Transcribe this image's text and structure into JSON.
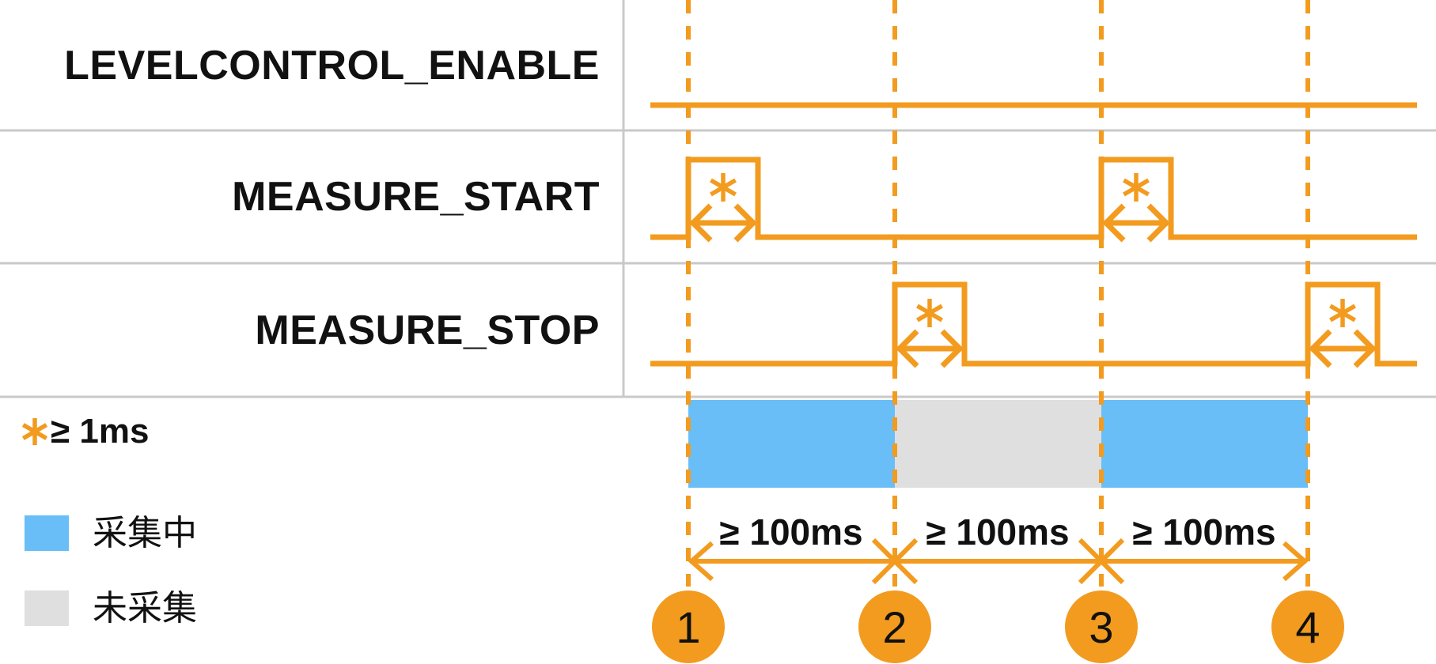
{
  "diagram": {
    "type": "timing-diagram",
    "signals": [
      {
        "label": "LEVELCONTROL_ENABLE",
        "waveform": "high for entire shown span"
      },
      {
        "label": "MEASURE_START",
        "waveform": "pulses at markers 1 and 3",
        "pulse_min_width": "≥ 1ms"
      },
      {
        "label": "MEASURE_STOP",
        "waveform": "pulses at markers 2 and 4",
        "pulse_min_width": "≥ 1ms"
      }
    ],
    "footnote": {
      "marker": "*",
      "text": "≥ 1ms"
    },
    "legend": [
      {
        "label": "采集中",
        "color": "#69BEF8"
      },
      {
        "label": "未采集",
        "color": "#DFDFDF"
      }
    ],
    "intervals": [
      {
        "from_marker": "1",
        "to_marker": "2",
        "label": "≥ 100ms",
        "state": "采集中"
      },
      {
        "from_marker": "2",
        "to_marker": "3",
        "label": "≥ 100ms",
        "state": "未采集"
      },
      {
        "from_marker": "3",
        "to_marker": "4",
        "label": "≥ 100ms",
        "state": "采集中"
      }
    ],
    "markers": [
      {
        "label": "1"
      },
      {
        "label": "2"
      },
      {
        "label": "3"
      },
      {
        "label": "4"
      }
    ],
    "colors": {
      "accent_orange": "#F29B1F",
      "acquiring_blue": "#69BEF8",
      "idle_gray": "#DFDFDF",
      "grid_gray": "#C9C9C9",
      "text_black": "#111111"
    }
  }
}
